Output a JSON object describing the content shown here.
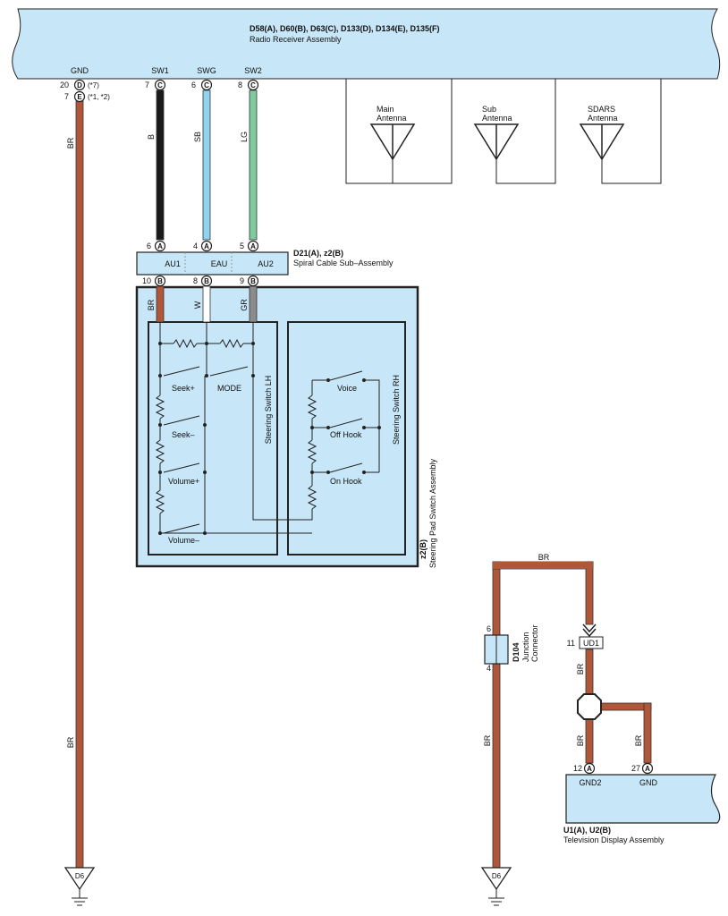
{
  "radio": {
    "codes": "D58(A), D60(B), D63(C), D133(D), D134(E), D135(F)",
    "name": "Radio Receiver Assembly",
    "pins": [
      {
        "name": "GND",
        "num": "20",
        "letter": "D",
        "note": "(*7)"
      },
      {
        "name": "",
        "num": "7",
        "letter": "E",
        "note": "(*1, *2)"
      },
      {
        "name": "SW1",
        "num": "7",
        "letter": "C",
        "note": ""
      },
      {
        "name": "SWG",
        "num": "6",
        "letter": "C",
        "note": ""
      },
      {
        "name": "SW2",
        "num": "8",
        "letter": "C",
        "note": ""
      }
    ]
  },
  "antennas": [
    {
      "line1": "Main",
      "line2": "Antenna"
    },
    {
      "line1": "Sub",
      "line2": "Antenna"
    },
    {
      "line1": "SDARS",
      "line2": "Antenna"
    }
  ],
  "wires": {
    "gnd_upper": "BR",
    "gnd_lower": "BR",
    "sw1": "B",
    "swg": "SB",
    "sw2": "LG",
    "au1": "BR",
    "eau": "W",
    "au2": "GR",
    "tv_top": "BR",
    "tv_mid": "BR",
    "tv_left": "BR",
    "tv_right": "BR",
    "junction_down": "BR"
  },
  "spiral": {
    "codes": "D21(A), z2(B)",
    "name": "Spiral Cable Sub–Assembly",
    "top_pins": [
      {
        "num": "6",
        "letter": "A"
      },
      {
        "num": "4",
        "letter": "A"
      },
      {
        "num": "5",
        "letter": "A"
      }
    ],
    "terminals": [
      "AU1",
      "EAU",
      "AU2"
    ],
    "bottom_pins": [
      {
        "num": "10",
        "letter": "B"
      },
      {
        "num": "8",
        "letter": "B"
      },
      {
        "num": "9",
        "letter": "B"
      }
    ]
  },
  "steering": {
    "code": "z2(B)",
    "name": "Steering Pad Switch Assembly",
    "lh_label": "Steering Switch LH",
    "rh_label": "Steering Switch RH",
    "lh_switches": [
      "Seek+",
      "MODE",
      "Seek–",
      "Volume+",
      "Volume–"
    ],
    "rh_switches": [
      "Voice",
      "Off Hook",
      "On Hook"
    ]
  },
  "junction": {
    "code": "D104",
    "name_line1": "Junction",
    "name_line2": "Connector",
    "pin_top": "6",
    "pin_bottom": "4"
  },
  "connector_ud1": {
    "num": "11",
    "label": "UD1"
  },
  "tv": {
    "codes": "U1(A), U2(B)",
    "name": "Television Display Assembly",
    "pins": [
      {
        "num": "12",
        "letter": "A",
        "name": "GND2"
      },
      {
        "num": "27",
        "letter": "A",
        "name": "GND"
      }
    ]
  },
  "grounds": [
    "D6",
    "D6"
  ],
  "colors": {
    "body_fill": "#c7e6f7",
    "brown_wire": "#b0573a",
    "black_wire": "#1a1a1a",
    "sky_blue_wire": "#8fd3f0",
    "light_green_wire": "#7ecb9e",
    "gray_wire": "#8c8c8c"
  }
}
